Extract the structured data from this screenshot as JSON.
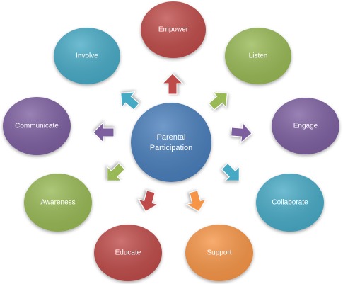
{
  "center": {
    "label_line1": "Parental",
    "label_line2": "Participation",
    "color": "#4a7ebb"
  },
  "nodes": [
    {
      "label": "Empower",
      "color": "#be4b48"
    },
    {
      "label": "Listen",
      "color": "#98b954"
    },
    {
      "label": "Engage",
      "color": "#7d5fa0"
    },
    {
      "label": "Collaborate",
      "color": "#46aac5"
    },
    {
      "label": "Support",
      "color": "#f69546"
    },
    {
      "label": "Educate",
      "color": "#be4b48"
    },
    {
      "label": "Awareness",
      "color": "#98b954"
    },
    {
      "label": "Communicate",
      "color": "#7d5fa0"
    },
    {
      "label": "Involve",
      "color": "#46aac5"
    }
  ]
}
